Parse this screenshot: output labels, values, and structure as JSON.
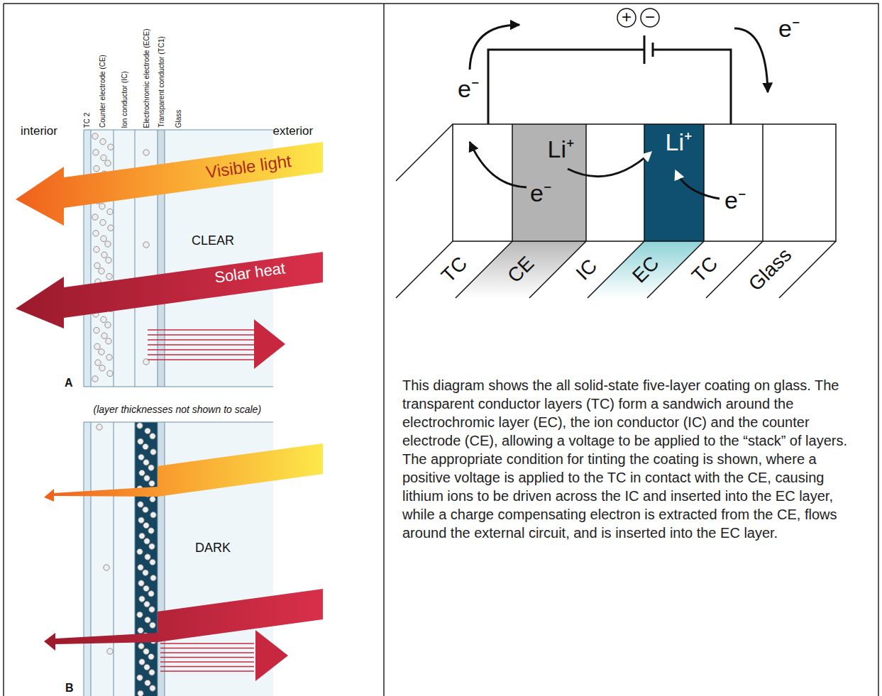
{
  "diagram": {
    "caption": "This diagram shows the all solid-state five-layer coating on glass. The transparent conductor layers (TC) form a sandwich around the electrochromic layer (EC), the ion conductor (IC) and the counter electrode (CE), allowing a voltage to be applied to the “stack” of layers. The appropriate condition for tinting the coating is shown, where a positive voltage is applied to the TC in contact with the CE, causing lithium ions to be driven across the IC and inserted into the EC layer, while a charge compensating electron is extracted from the CE, flows around the external circuit, and is inserted into the EC layer.",
    "labels": [
      "TC 2",
      "Counter electrode (CE)",
      "Ion conductor (IC)",
      "Electrochromic electrode (ECE)",
      "Transparent conductor (TC1)",
      "Glass",
      "interior",
      "exterior",
      "Visible light",
      "CLEAR",
      "Solar heat",
      "A",
      "(layer thicknesses not shown to scale)",
      "DARK",
      "B",
      "+",
      "−",
      "e⁻",
      "e⁻",
      "Li⁺",
      "Li⁺",
      "e⁻",
      "e⁻",
      "TC",
      "CE",
      "IC",
      "EC",
      "TC",
      "Glass"
    ]
  }
}
